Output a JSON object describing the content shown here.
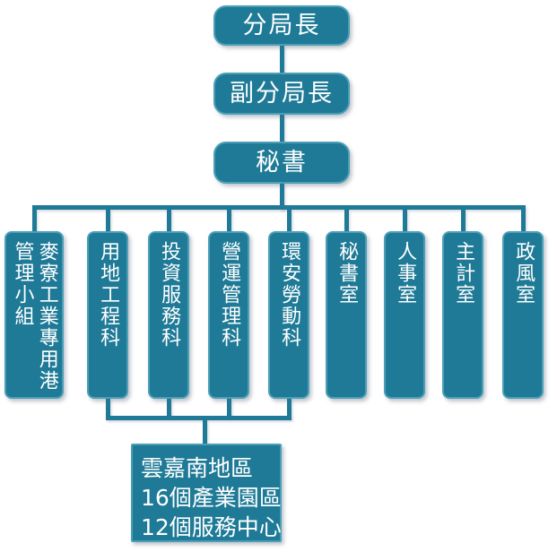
{
  "org_chart": {
    "colors": {
      "box_fill": "#1E7A96",
      "box_border": "#4C9FB7",
      "connector": "#1E7A96",
      "text": "#FFFFFF",
      "background": "#FFFFFF"
    },
    "director": {
      "label": "分局長"
    },
    "deputy_director": {
      "label": "副分局長"
    },
    "secretary": {
      "label": "秘書"
    },
    "departments": [
      {
        "id": "mailiao-industrial-port-management-group",
        "label": "麥寮工業專用港管理小組",
        "columns": [
          "麥寮工業專用港",
          "管理小組"
        ]
      },
      {
        "id": "land-engineering-section",
        "label": "用地工程科"
      },
      {
        "id": "investment-services-section",
        "label": "投資服務科"
      },
      {
        "id": "operations-management-section",
        "label": "營運管理科"
      },
      {
        "id": "environment-safety-labor-section",
        "label": "環安勞動科"
      },
      {
        "id": "secretariat-office",
        "label": "秘書室"
      },
      {
        "id": "personnel-office",
        "label": "人事室"
      },
      {
        "id": "accounting-office",
        "label": "主計室"
      },
      {
        "id": "civil-service-ethics-office",
        "label": "政風室"
      }
    ],
    "region_note": {
      "lines": [
        "雲嘉南地區",
        "16個產業園區",
        "12個服務中心"
      ]
    }
  }
}
